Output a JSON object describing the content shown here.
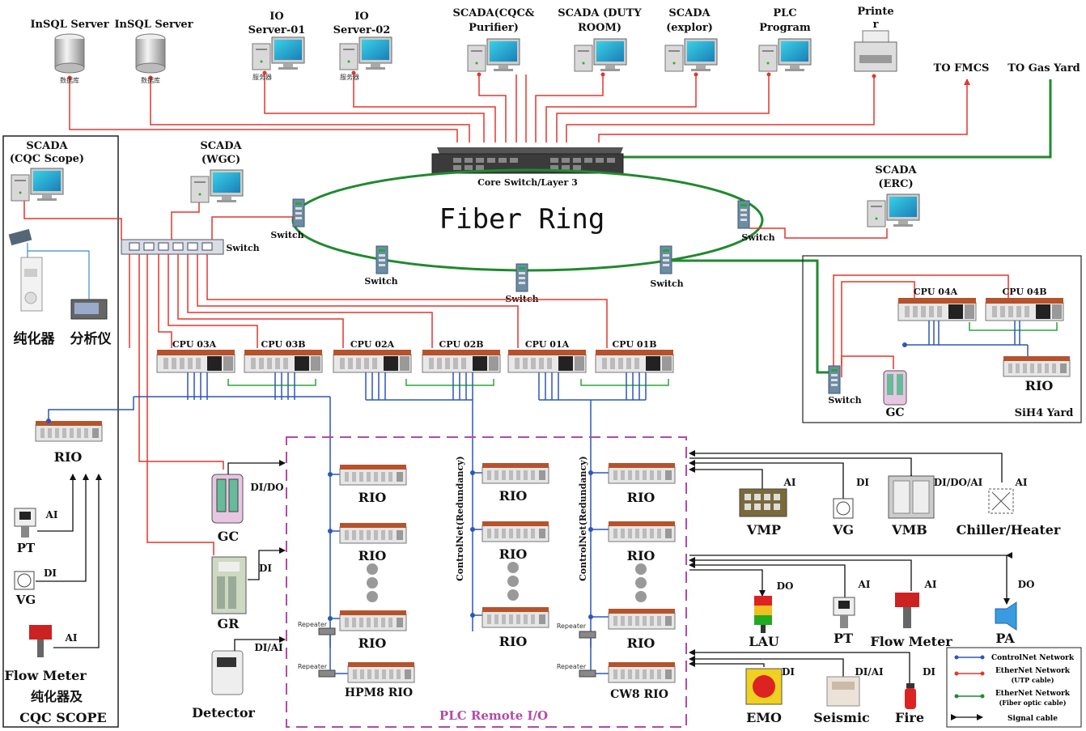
{
  "servers": [
    {
      "id": "insql1",
      "title": "InSQL Server",
      "caption": "数据库"
    },
    {
      "id": "insql2",
      "title": "InSQL Server",
      "caption": "数据库"
    }
  ],
  "io_servers": [
    {
      "id": "io1",
      "line1": "IO",
      "line2": "Server-01",
      "caption": "服务器"
    },
    {
      "id": "io2",
      "line1": "IO",
      "line2": "Server-02",
      "caption": "服务器"
    }
  ],
  "workstations": [
    {
      "id": "scada_cqc",
      "line1": "SCADA(CQC&",
      "line2": "Purifier)"
    },
    {
      "id": "scada_duty",
      "line1": "SCADA (DUTY",
      "line2": "ROOM)"
    },
    {
      "id": "scada_explor",
      "line1": "SCADA",
      "line2": "(explor)"
    },
    {
      "id": "plc_prog",
      "line1": "PLC",
      "line2": "Program"
    }
  ],
  "printer": {
    "line1": "Printe",
    "line2": "r"
  },
  "external": {
    "fmcs": "TO FMCS",
    "gas": "TO Gas Yard"
  },
  "core_switch": "Core Switch/Layer 3",
  "fiber_ring": "Fiber Ring",
  "ring_switch_label": "Switch",
  "scada_erc": {
    "line1": "SCADA",
    "line2": "(ERC)"
  },
  "scada_wgc": {
    "line1": "SCADA",
    "line2": "(WGC)"
  },
  "scada_scope": {
    "line1": "SCADA",
    "line2": "(CQC Scope)"
  },
  "left_panel": {
    "purifier": "纯化器",
    "analyzer": "分析仪",
    "rio": "RIO",
    "pt": "PT",
    "ai": "AI",
    "vg": "VG",
    "di": "DI",
    "flow_meter": "Flow Meter",
    "footer1": "纯化器及",
    "footer2": "CQC SCOPE"
  },
  "cpus": [
    "CPU 03A",
    "CPU 03B",
    "CPU 02A",
    "CPU 02B",
    "CPU 01A",
    "CPU 01B"
  ],
  "sih4": {
    "cpu_a": "CPU 04A",
    "cpu_b": "CPU 04B",
    "rio": "RIO",
    "switch": "Switch",
    "gc": "GC",
    "title": "SiH4 Yard"
  },
  "rio_label": "RIO",
  "hpm8": "HPM8 RIO",
  "cw8": "CW8 RIO",
  "repeater": "Repeater",
  "controlnet_redundancy": "ControlNet(Redundancy)",
  "plc_remote": "PLC Remote I/O",
  "devices_left": {
    "gc": "GC",
    "gc_sig": "DI/DO",
    "gr": "GR",
    "gr_sig": "DI",
    "detector": "Detector",
    "det_sig": "DI/AI"
  },
  "devices_right": {
    "vmp": "VMP",
    "vmp_sig": "AI",
    "vg": "VG",
    "vg_sig": "DI",
    "vmb": "VMB",
    "vmb_sig": "DI/DO/AI",
    "chiller": "Chiller/Heater",
    "chiller_sig": "AI",
    "lau": "LAU",
    "lau_sig": "DO",
    "pt": "PT",
    "pt_sig": "AI",
    "flow": "Flow Meter",
    "flow_sig": "AI",
    "pa": "PA",
    "pa_sig": "DO",
    "emo": "EMO",
    "emo_sig": "DI",
    "seismic": "Seismic",
    "seismic_sig": "DI/AI",
    "fire": "Fire",
    "fire_sig": "DI"
  },
  "legend": [
    {
      "label": "ControlNet Network",
      "color": "#2d56b8"
    },
    {
      "label": "EtherNet Network",
      "sub": "(UTP cable)",
      "color": "#e2372d"
    },
    {
      "label": "EtherNet Network",
      "sub": "(Fiber optic cable)",
      "color": "#1f8a2e"
    },
    {
      "label": "Signal cable",
      "color": "#111"
    }
  ]
}
